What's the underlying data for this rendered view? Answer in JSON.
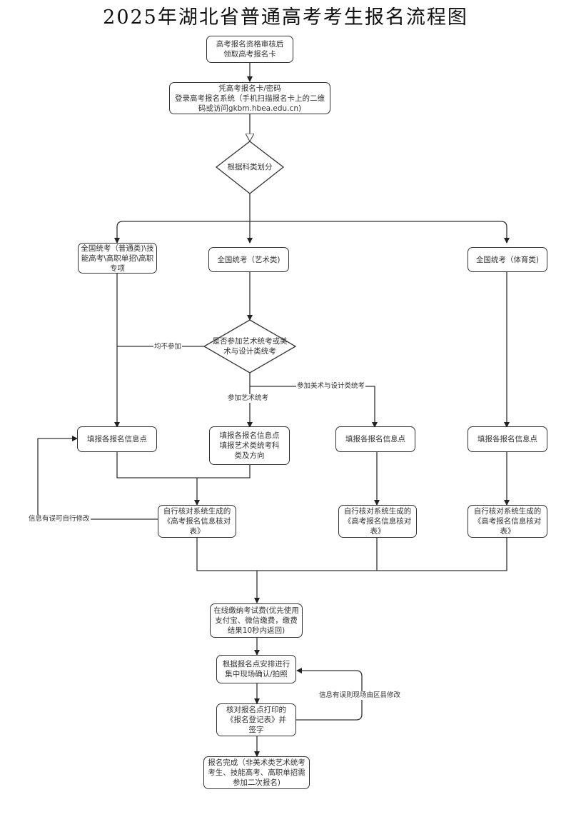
{
  "title": "2025年湖北省普通高考考生报名流程图",
  "nodes": {
    "get_card": "高考报名资格审核后领取高考报名卡",
    "login": "凭高考报名卡/密码\n登录高考报名系统（手机扫描报名卡上的二维码或访问gkbm.hbea.edu.cn)",
    "split_decision": "根据科类划分",
    "general": "全国统考（普通类)\\技能高考\\高职单招\\高职专项",
    "art": "全国统考（艺术类)",
    "sports": "全国统考（体育类)",
    "art_decision": "是否参加艺术统考或美术与设计类统考",
    "fill_general": "填报各报名信息点",
    "fill_art": "填报各报名信息点\n填报艺术类统考科类及方向",
    "fill_design": "填报各报名信息点",
    "fill_sports": "填报各报名信息点",
    "verify_left": "自行核对系统生成的《高考报名信息核对表》",
    "verify_mid": "自行核对系统生成的《高考报名信息核对表》",
    "verify_right": "自行核对系统生成的《高考报名信息核对表》",
    "pay": "在线缴纳考试费(优先使用支付宝、微信缴费，缴费结果10秒内返回)",
    "confirm": "根据报名点安排进行集中现场确认/拍照",
    "sign": "核对报名点打印的《报名登记表》并签字",
    "done": "报名完成（非美术类艺术统考考生、技能高考、高职单招需参加二次报名)"
  },
  "edge_labels": {
    "none": "均不参加",
    "art_exam": "参加艺术统考",
    "design_exam": "参加美术与设计类统考",
    "self_edit": "信息有误可自行修改",
    "onsite_edit": "信息有误则现场由区县修改"
  },
  "colors": {
    "line": "#333333",
    "border": "#333333",
    "text": "#333333"
  }
}
